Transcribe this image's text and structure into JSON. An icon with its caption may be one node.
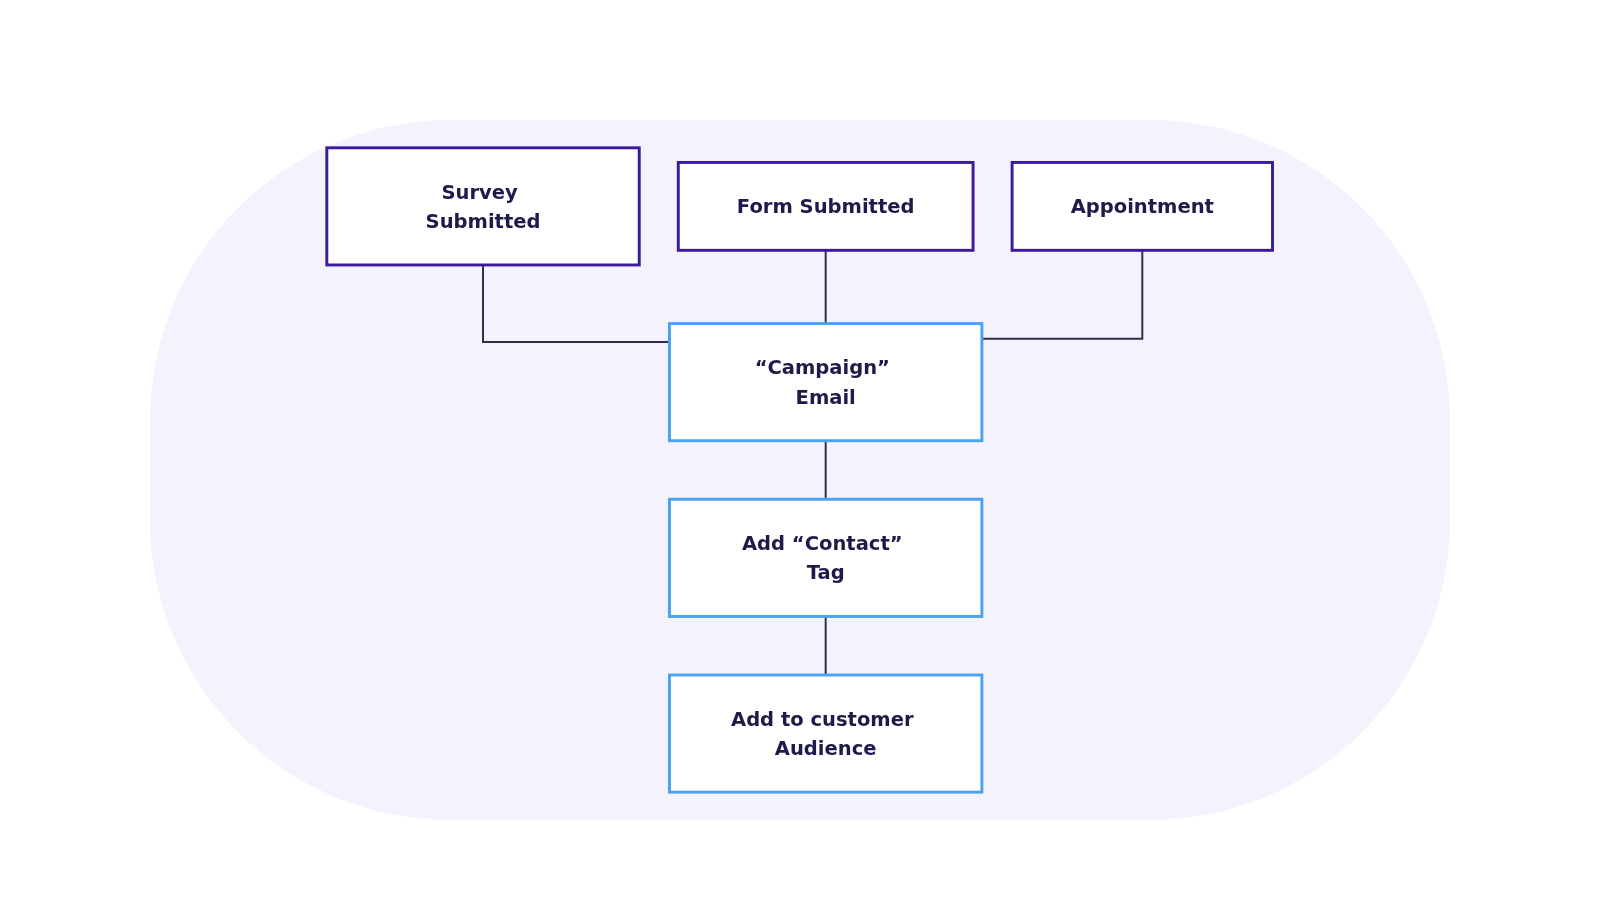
{
  "diagram": {
    "nodes": [
      {
        "text": [
          "Survey Submitted"
        ]
      },
      {
        "text": [
          "Form Submitted"
        ]
      },
      {
        "text": [
          "Appointment"
        ]
      },
      {
        "text": [
          "“Campaign” Email"
        ]
      },
      {
        "text": [
          "Add “Contact” Tag"
        ]
      },
      {
        "text": [
          "Add to customer Audience"
        ]
      }
    ],
    "edges": [
      {
        "from": 0,
        "to": 3,
        "arrow": "none"
      },
      {
        "from": 1,
        "to": 3,
        "arrow": "none"
      },
      {
        "from": 2,
        "to": 3,
        "arrow": "none"
      },
      {
        "from": 3,
        "to": 4,
        "arrow": "none"
      },
      {
        "from": 4,
        "to": 5,
        "arrow": "none"
      }
    ]
  }
}
